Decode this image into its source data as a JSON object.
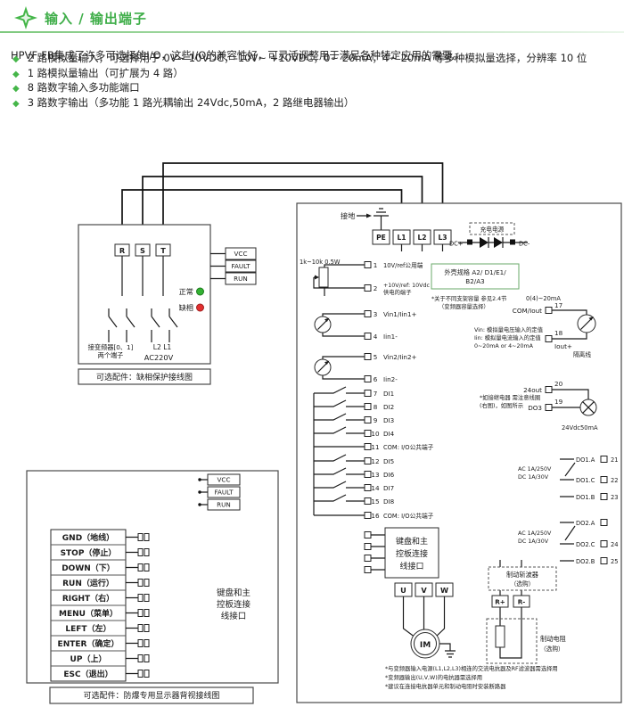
{
  "header": {
    "title": "输入 / 输出端子"
  },
  "intro": "HPVF-FB集成了许多可选择的I/O，这些I/O的兼容性好，可灵活调整用于满足各种特定应用的需要。",
  "bullets": [
    "2 路模拟量输入，可选择用于 0V~ 10VDC，-10V~ +10VDC，0~ 20mA，4~ 20mA 等多种模拟量选择，分辨率 10 位",
    "1 路模拟量输出（可扩展为 4 路）",
    "8 路数字输入多功能端口",
    "3 路数字输出（多功能 1 路光耦输出 24Vdc,50mA，2 路继电器输出）"
  ],
  "phase": {
    "r": "R",
    "s": "S",
    "t": "T",
    "vcc": "VCC",
    "fault": "FAULT",
    "run": "RUN",
    "normal": "正常",
    "loss": "缺相",
    "conn1": "接变频器[0、1]",
    "conn2": "两个端子",
    "l2l1": "L2 L1",
    "ac": "AC220V",
    "caption": "可选配件：缺相保护接线图"
  },
  "keypad": {
    "vcc": "VCC",
    "fault": "FAULT",
    "run": "RUN",
    "keys": [
      "GND（地线）",
      "STOP（停止）",
      "DOWN（下）",
      "RUN（运行）",
      "RIGHT（右）",
      "MENU（菜单）",
      "LEFT（左）",
      "ENTER（确定）",
      "UP（上）",
      "ESC（退出）"
    ],
    "port1": "键盘和主",
    "port2": "控板连接",
    "port3": "线接口",
    "caption": "可选配件：防爆专用显示器背视接线图"
  },
  "main": {
    "ground": "接地",
    "pe": "PE",
    "l1": "L1",
    "l2": "L2",
    "l3": "L3",
    "charge": "充电电源",
    "dcp": "DC+",
    "dcm": "DC-",
    "pot": "1k~10k 0.5W",
    "enc1": "外壳规格 A2/ D1/E1/",
    "enc2": "B2/A3",
    "encnote1": "*关于不同支架容量 参见2.4节",
    "encnote2": "（变频器容量选择）",
    "t1": {
      "num": "1",
      "label": "10V/ref公用端"
    },
    "t2": {
      "num": "2",
      "label1": "+10V/ref: 10Vdc",
      "label2": "供电的端子"
    },
    "t3": {
      "num": "3",
      "label": "Vin1/Iin1+"
    },
    "t4": {
      "num": "4",
      "label": "Iin1-"
    },
    "t5": {
      "num": "5",
      "label": "Vin2/Iin2+"
    },
    "t6": {
      "num": "6",
      "label": "Iin2-"
    },
    "di": [
      {
        "num": "7",
        "label": "DI1"
      },
      {
        "num": "8",
        "label": "DI2"
      },
      {
        "num": "9",
        "label": "DI3"
      },
      {
        "num": "10",
        "label": "DI4"
      },
      {
        "num": "11",
        "label": "COM: I/O公共端子"
      },
      {
        "num": "12",
        "label": "DI5"
      },
      {
        "num": "13",
        "label": "DI6"
      },
      {
        "num": "14",
        "label": "DI7"
      },
      {
        "num": "15",
        "label": "DI8"
      },
      {
        "num": "16",
        "label": "COM: I/O公共端子"
      }
    ],
    "vinnote1": "Vin: 模拟量电压输入的定值",
    "vinnote2": "Iin: 模拟量电流输入的定值",
    "vinnote3": "0~20mA or 4~20mA",
    "t17": {
      "label": "COM/Iout",
      "num": "17"
    },
    "ma": "0(4)~20mA",
    "t18": {
      "label": "Iout+",
      "num": "18"
    },
    "iso": "隔离线",
    "t20": {
      "label": "24out",
      "num": "20"
    },
    "t19": {
      "label": "DO3",
      "num": "19"
    },
    "relaynote1": "*如接继电器 需注意线圈",
    "relaynote2": "(右图)，如图所示",
    "lamprating": "24Vdc50mA",
    "do1": {
      "a": "DO1.A",
      "anum": "21",
      "r1": "AC 1A/250V",
      "r2": "DC 1A/30V",
      "c": "DO1.C",
      "cnum": "22",
      "b": "DO1.B",
      "bnum": "23"
    },
    "do2": {
      "a": "DO2.A",
      "r1": "AC 1A/250V",
      "r2": "DC 1A/30V",
      "c": "DO2.C",
      "cnum": "24",
      "b": "DO2.B",
      "bnum": "25"
    },
    "port1": "键盘和主",
    "port2": "控板连接",
    "port3": "线接口",
    "u": "U",
    "v": "V",
    "w": "W",
    "motor": "IM",
    "chop1": "制动斩波器",
    "chop2": "（选购）",
    "rp": "R+",
    "rm": "R-",
    "res1": "制动电阻",
    "res2": "（选购）",
    "note1": "*与变频器输入电源(L1,L2,L3)相连的交流电抗器及RF滤波器需选择用",
    "note2": "*变频器输出(U,V,W)的电抗器需选择用",
    "note3": "*建议在连接电抗器单元和制动电阻时安装断路器"
  }
}
